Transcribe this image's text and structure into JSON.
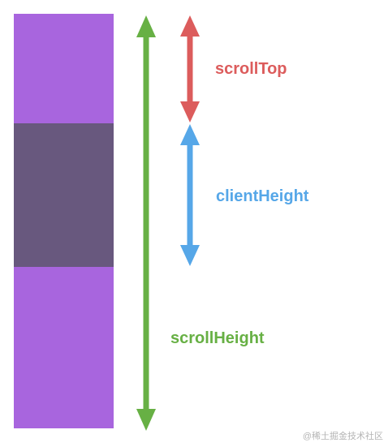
{
  "colors": {
    "content": "#a865de",
    "viewport": "#68587e",
    "scroll_top": "#dc5c5c",
    "client_height": "#56a7e8",
    "scroll_height": "#67b044",
    "watermark": "#b5b5b5"
  },
  "labels": {
    "scroll_top": "scrollTop",
    "client_height": "clientHeight",
    "scroll_height": "scrollHeight"
  },
  "icons": {
    "scroll_top": "double-arrow-vertical-icon",
    "client_height": "double-arrow-vertical-icon",
    "scroll_height": "double-arrow-vertical-icon"
  },
  "watermark": "@稀土掘金技术社区"
}
